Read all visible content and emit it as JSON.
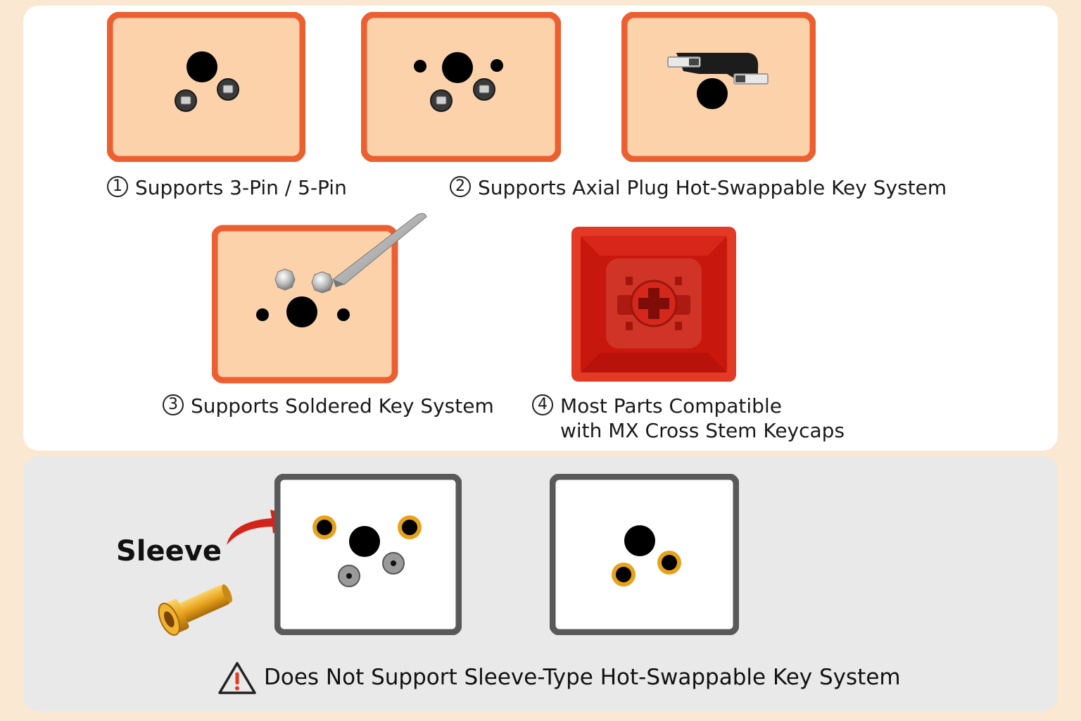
{
  "supported": [
    {
      "num": "1",
      "lines": [
        "Supports 3-Pin / 5-Pin"
      ]
    },
    {
      "num": "2",
      "lines": [
        "Supports Axial Plug Hot-Swappable Key System"
      ]
    },
    {
      "num": "3",
      "lines": [
        "Supports Soldered Key System"
      ]
    },
    {
      "num": "4",
      "lines": [
        "Most Parts Compatible",
        "with MX Cross Stem Keycaps"
      ]
    }
  ],
  "unsupported": {
    "sleeve_label": "Sleeve",
    "warning_text": "Does Not Support Sleeve-Type Hot-Swappable Key System",
    "warning_icon": "warning-triangle-icon"
  },
  "colors": {
    "plate_fill": "#fcd2ab",
    "plate_border": "#ec5f31",
    "keycap_red": "#d8261a",
    "gray_border": "#595959",
    "sleeve_gold": "#e6a21b",
    "arrow_red": "#d22419"
  }
}
